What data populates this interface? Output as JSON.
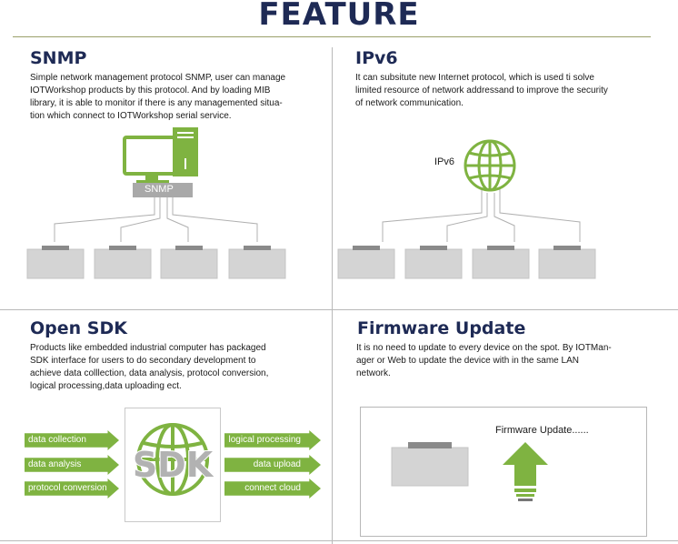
{
  "page": {
    "title": "FEATURE"
  },
  "sections": {
    "snmp": {
      "title": "SNMP",
      "lines": [
        "Simple network management protocol SNMP, user can manage",
        "IOTWorkshop products by this protocol. And by loading MIB",
        "library, it is able to monitor if there is any managemented situa-",
        "tion which connect to IOTWorkshop serial service."
      ],
      "diagram_label": "SNMP"
    },
    "ipv6": {
      "title": "IPv6",
      "lines": [
        "It can subsitute new Internet protocol, which is used ti solve",
        "limited resource of network addressand to improve the security",
        "of network communication."
      ],
      "diagram_label": "IPv6"
    },
    "sdk": {
      "title": "Open SDK",
      "lines": [
        "Products like embedded industrial computer has packaged",
        "SDK interface for users to do secondary development to",
        "achieve data colllection, data analysis, protocol conversion,",
        "logical processing,data uploading ect."
      ],
      "logo_text": "SDK",
      "inputs": [
        "data collection",
        "data analysis",
        "protocol conversion"
      ],
      "outputs": [
        "logical processing",
        "data upload",
        "connect cloud"
      ]
    },
    "firmware": {
      "title": "Firmware Update",
      "lines": [
        "It is no need to update to every device on the spot. By IOTMan-",
        "ager or Web to update the device with in the same LAN",
        "network."
      ],
      "box_label": "Firmware Update......"
    }
  },
  "colors": {
    "navy": "#1e2a55",
    "green": "#7fb341",
    "device_gray": "#d7d7d7",
    "line_gray": "#b0b0b0"
  },
  "icons": {
    "monitor": "monitor-server-icon",
    "globe": "globe-icon",
    "upload": "upload-arrow-icon",
    "device": "device-box-icon"
  }
}
